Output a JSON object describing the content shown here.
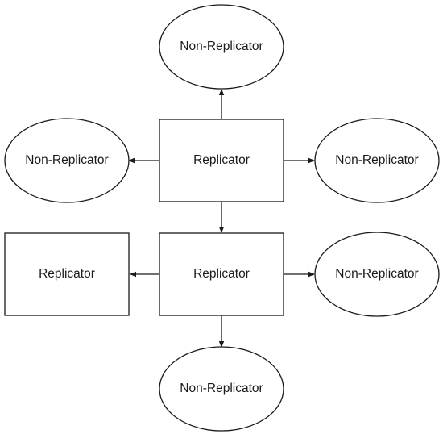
{
  "diagram": {
    "nodes": {
      "top_ellipse": "Non-Replicator",
      "left_ellipse": "Non-Replicator",
      "center_upper_box": "Replicator",
      "right_upper_ellipse": "Non-Replicator",
      "left_box": "Replicator",
      "center_lower_box": "Replicator",
      "right_lower_ellipse": "Non-Replicator",
      "bottom_ellipse": "Non-Replicator"
    },
    "edges": [
      {
        "from": "center_upper_box",
        "to": "top_ellipse"
      },
      {
        "from": "center_upper_box",
        "to": "left_ellipse"
      },
      {
        "from": "center_upper_box",
        "to": "right_upper_ellipse"
      },
      {
        "from": "center_upper_box",
        "to": "center_lower_box"
      },
      {
        "from": "center_lower_box",
        "to": "left_box"
      },
      {
        "from": "center_lower_box",
        "to": "right_lower_ellipse"
      },
      {
        "from": "center_lower_box",
        "to": "bottom_ellipse"
      }
    ]
  }
}
